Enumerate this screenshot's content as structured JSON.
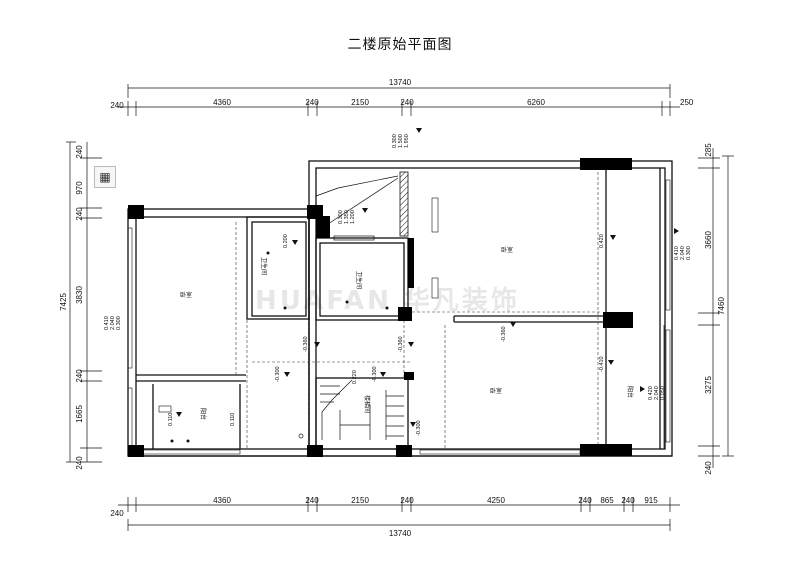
{
  "title": "二楼原始平面图",
  "watermark": "HUAFAN 华凡装饰",
  "toolbar_icon": "table-icon",
  "dims": {
    "top_total": "13740",
    "top": [
      "240",
      "4360",
      "240",
      "2150",
      "240",
      "6260",
      "250"
    ],
    "bottom": [
      "240",
      "4360",
      "240",
      "2150",
      "240",
      "4250",
      "240",
      "865",
      "240",
      "915"
    ],
    "bottom_total": "13740",
    "left_total": "7425",
    "left": [
      "240",
      "970",
      "240",
      "3830",
      "240",
      "1665",
      "240"
    ],
    "right_total": "7460",
    "right": [
      "285",
      "3660",
      "3275",
      "240"
    ]
  },
  "rooms": {
    "bedroom1": "卧室",
    "bedroom2": "卧室",
    "bedroom3": "卧室",
    "bath1": "卫生间",
    "bath2": "卫生间",
    "balcony1": "阳台",
    "balcony2": "阳台",
    "stairs": "楼梯间"
  },
  "heights": {
    "h1": [
      "0.300",
      "1.500",
      "1.950"
    ],
    "h2": [
      "0.300",
      "1.350",
      "1.200"
    ],
    "h3": "0.200",
    "h4": [
      "0.410",
      "2.040",
      "0.300"
    ],
    "h5": "0.420",
    "h6": [
      "0.410",
      "2.040",
      "0.300"
    ],
    "h7": "-0.360",
    "h8": "-0.360",
    "h9": "-0.300",
    "h10": "-0.300",
    "h11": "-0.360",
    "h12": "-0.410",
    "h13": "0.220",
    "h14": "-0.300",
    "h15": [
      "0.420",
      "2.040",
      "0.050"
    ],
    "h16": "0.110",
    "h17": "0.110"
  }
}
